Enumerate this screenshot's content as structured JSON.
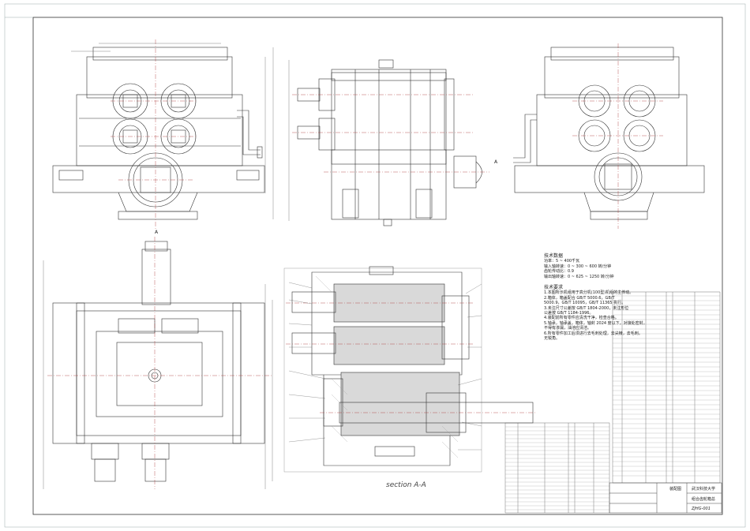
{
  "drawing": {
    "section_caption": "section A-A",
    "view_markers": [
      "A",
      "A"
    ],
    "technical_data_title": "技术数据",
    "technical_data": [
      "功率：5 ~ 400千瓦",
      "输入轴转速：0 ~ 300 ~ 600 转/分钟",
      "齿轮传动比：0.9",
      "输出轴转速：0 ~ 625 ~ 1250 转/分钟"
    ],
    "requirements_title": "技术要求",
    "requirements": [
      "1.本图所示机组用于高分机(100型)机组的主传动。",
      "2.箱体，箱盖配合 GB/T 5000.6，GB/T",
      "  5000.9，GB/T 10095，GB/T 11365 执行。",
      "3.未注尺寸公差按 GB/T 1804-2000，未注形位",
      "  公差按 GB/T 1184-1996。",
      "4.装配前所有零件应清洗干净，检查合格。",
      "5.轴承，轴承盖，箱体，轴封 2024 度以下，对接处密封。",
      "  不得有渗漏，油池应清洁。",
      "6.所有零件加工后须进行去毛刺处理，去尖棱，去毛刺。",
      "  无锐角。"
    ],
    "title_block": {
      "school": "武汉科技大学",
      "drawing_name": "组合齿轮箱总",
      "drawing_no": "ZJHG-001",
      "left_label": "装配图"
    }
  }
}
